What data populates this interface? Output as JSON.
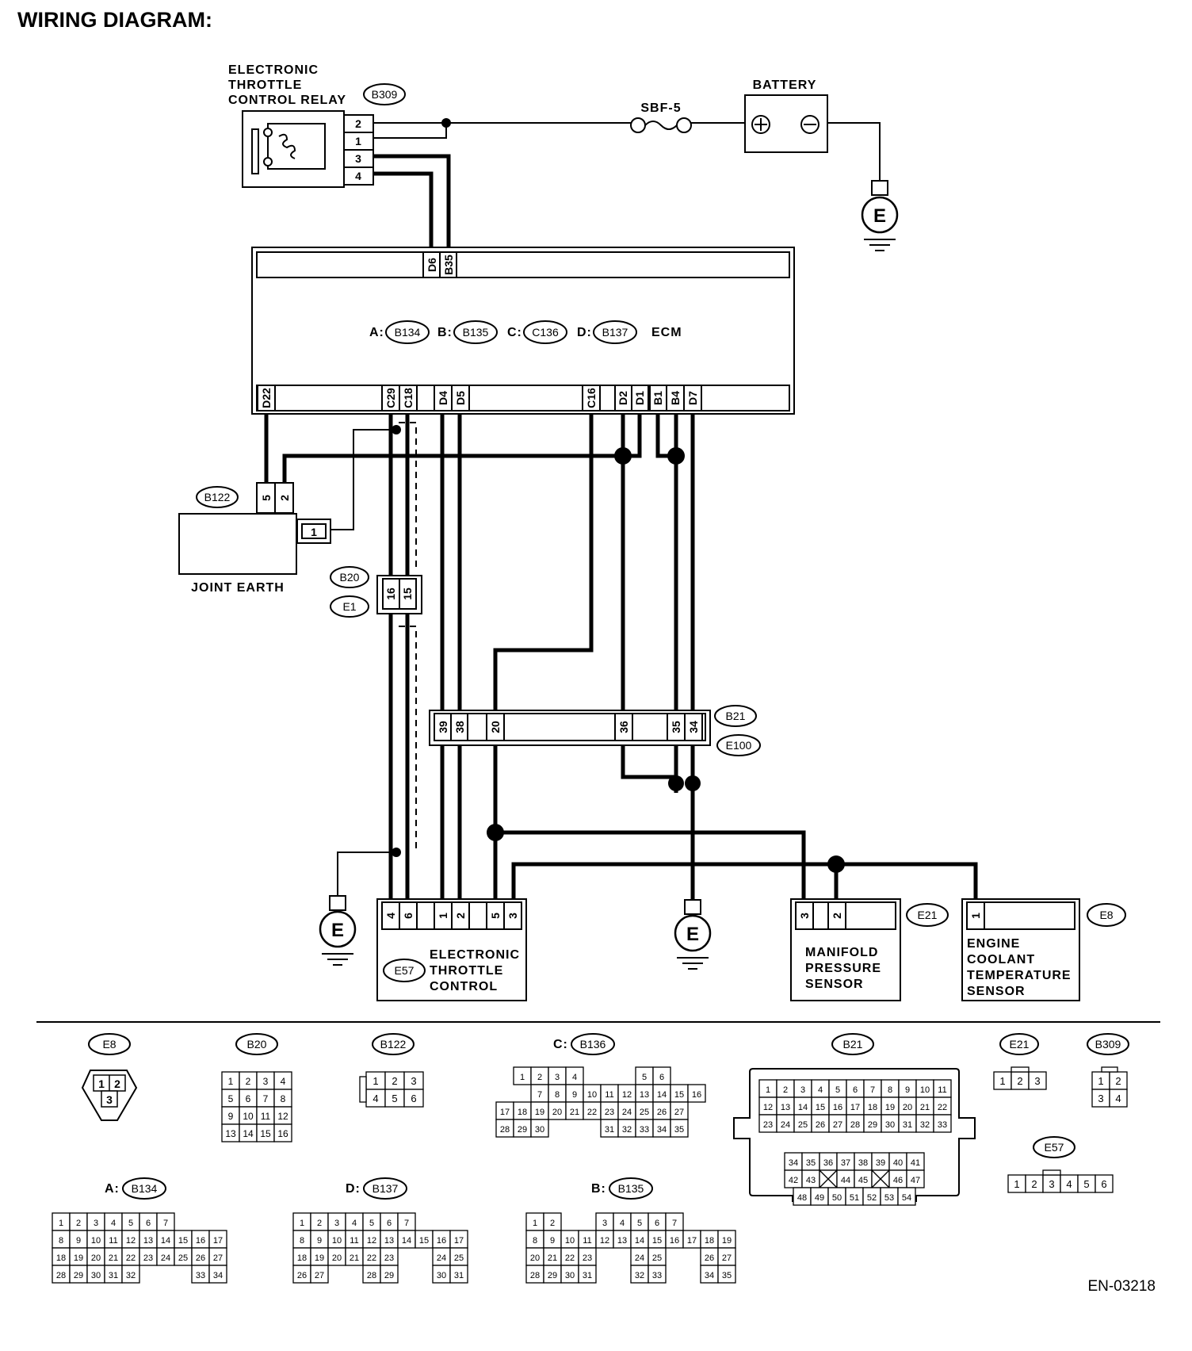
{
  "title": "WIRING DIAGRAM:",
  "doc_code": "EN-03218",
  "components": {
    "relay": {
      "lines": [
        "ELECTRONIC",
        "THROTTLE",
        "CONTROL RELAY"
      ],
      "conn": "B309",
      "pins": [
        "2",
        "1",
        "3",
        "4"
      ]
    },
    "fuse": "SBF-5",
    "battery": "BATTERY",
    "earth": "E",
    "ecm": {
      "name": "ECM",
      "conns": [
        {
          "prefix": "A:",
          "id": "B134"
        },
        {
          "prefix": "B:",
          "id": "B135"
        },
        {
          "prefix": "C:",
          "id": "C136"
        },
        {
          "prefix": "D:",
          "id": "B137"
        }
      ],
      "top_pins": [
        "D6",
        "B35"
      ],
      "bottom_pins": [
        "D22",
        "C29",
        "C18",
        "D4",
        "D5",
        "C16",
        "D2",
        "D1",
        "B1",
        "B4",
        "D7"
      ]
    },
    "joint_earth": {
      "name": "JOINT EARTH",
      "conn": "B122",
      "pins": [
        "5",
        "2",
        "1"
      ]
    },
    "b20": {
      "conns": [
        "B20",
        "E1"
      ],
      "pins": [
        "16",
        "15"
      ]
    },
    "b21": {
      "conns": [
        "B21",
        "E100"
      ],
      "pins": [
        "39",
        "38",
        "20",
        "36",
        "35",
        "34"
      ]
    },
    "etc": {
      "lines": [
        "ELECTRONIC",
        "THROTTLE",
        "CONTROL"
      ],
      "conn": "E57",
      "pins": [
        "4",
        "6",
        "1",
        "2",
        "5",
        "3"
      ]
    },
    "map": {
      "lines": [
        "MANIFOLD",
        "PRESSURE",
        "SENSOR"
      ],
      "conn": "E21",
      "pins": [
        "3",
        "2"
      ]
    },
    "ect": {
      "lines": [
        "ENGINE",
        "COOLANT",
        "TEMPERATURE",
        "SENSOR"
      ],
      "conn": "E8",
      "pins": [
        "1"
      ]
    }
  },
  "connector_views": [
    {
      "prefix": "",
      "id": "E8"
    },
    {
      "prefix": "",
      "id": "B20"
    },
    {
      "prefix": "",
      "id": "B122"
    },
    {
      "prefix": "C:",
      "id": "B136"
    },
    {
      "prefix": "",
      "id": "B21"
    },
    {
      "prefix": "",
      "id": "E21"
    },
    {
      "prefix": "",
      "id": "B309"
    },
    {
      "prefix": "",
      "id": "E57"
    },
    {
      "prefix": "A:",
      "id": "B134"
    },
    {
      "prefix": "D:",
      "id": "B137"
    },
    {
      "prefix": "B:",
      "id": "B135"
    }
  ]
}
